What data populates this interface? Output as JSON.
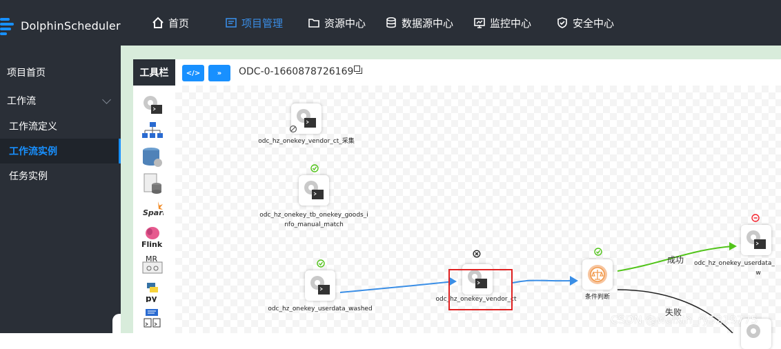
{
  "app": {
    "title": "DolphinScheduler"
  },
  "nav": [
    {
      "label": "首页",
      "icon": "home-icon"
    },
    {
      "label": "项目管理",
      "icon": "project-icon",
      "active": true
    },
    {
      "label": "资源中心",
      "icon": "folder-icon"
    },
    {
      "label": "数据源中心",
      "icon": "database-icon"
    },
    {
      "label": "监控中心",
      "icon": "monitor-icon"
    },
    {
      "label": "安全中心",
      "icon": "shield-icon"
    }
  ],
  "sidebar": {
    "items": [
      {
        "label": "项目首页"
      },
      {
        "label": "工作流",
        "expandable": true
      },
      {
        "label": "工作流定义"
      },
      {
        "label": "工作流实例",
        "active": true
      },
      {
        "label": "任务实例"
      }
    ]
  },
  "toolbox": {
    "title": "工具栏",
    "tools": [
      "shell-icon",
      "sub-process-icon",
      "procedure-icon",
      "sql-icon",
      "spark-icon",
      "flink-icon",
      "mr-icon",
      "python-icon",
      "dependent-icon"
    ],
    "spark_text": "Spark",
    "flink_text": "Flink",
    "mr_text": "MR",
    "py_text": "py"
  },
  "canvas_header": {
    "btn1": "</>",
    "btn2": "»",
    "workflow_name": "ODC-0-1660878726169"
  },
  "nodes": [
    {
      "label": "odc_hz_onekey_vendor_ct_采集",
      "status": "forbidden"
    },
    {
      "label_line1": "odc_hz_onekey_tb_onekey_goods_i",
      "label_line2": "nfo_manual_match",
      "status": "success"
    },
    {
      "label": "odc_hz_onekey_userdata_washed",
      "status": "success"
    },
    {
      "label": "odc_hz_onekey_vendor_ct",
      "status": "killed"
    },
    {
      "label": "条件判断",
      "status": "success"
    },
    {
      "label_line1": "odc_hz_onekey_userdata_",
      "label_line2": "w",
      "status": "failed"
    }
  ],
  "edges": {
    "success_label": "成功",
    "fail_label": "失败"
  },
  "colors": {
    "topbar": "#2a2f37",
    "accent": "#1890ff",
    "success": "#52c41a",
    "failed": "#f5222d",
    "canvas_bg": "#d8ecdb"
  },
  "watermark": "CSDN @weixin_ry5219775"
}
